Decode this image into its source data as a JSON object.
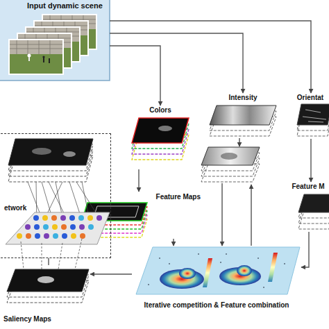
{
  "diagram": {
    "nodes": [
      {
        "text": [
          "Input dynamic scene"
        ]
      },
      {
        "text": [
          "Colors"
        ]
      },
      {
        "text": [
          "Intensity"
        ]
      },
      {
        "text": [
          "Orientat"
        ]
      },
      {
        "text": [
          "Feature Maps"
        ]
      },
      {
        "text": [
          "Feature M"
        ]
      },
      {
        "text": [
          "etwork"
        ]
      },
      {
        "text": [
          "Iterative competition & Feature combination"
        ]
      },
      {
        "text": [
          "Saliency Maps"
        ]
      }
    ],
    "edges": [
      {
        "from": 0,
        "to": 1,
        "arrow": "to"
      },
      {
        "from": 0,
        "to": 2,
        "arrow": "to"
      },
      {
        "from": 0,
        "to": 3,
        "arrow": "to"
      },
      {
        "from": 1,
        "to": 4,
        "arrow": "to"
      },
      {
        "from": 3,
        "to": 5,
        "arrow": "to"
      },
      {
        "from": 5,
        "to": 7,
        "arrow": "to"
      },
      {
        "from": 4,
        "to": 7,
        "arrow": "to"
      },
      {
        "from": 7,
        "to": 8,
        "arrow": "to"
      },
      {
        "from": 6,
        "to": 8,
        "arrow": "none"
      }
    ]
  }
}
